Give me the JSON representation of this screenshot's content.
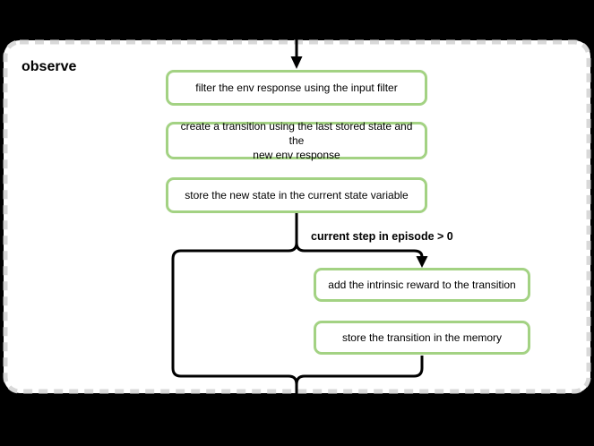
{
  "diagram": {
    "title": "observe",
    "nodes": [
      {
        "id": "filter-env-response",
        "label": "filter the env response using the input filter"
      },
      {
        "id": "create-transition",
        "label": "create a transition using the last stored state and the\nnew env response"
      },
      {
        "id": "store-new-state",
        "label": "store the new state in the current state variable"
      },
      {
        "id": "add-intrinsic-reward",
        "label": "add the intrinsic reward to the transition"
      },
      {
        "id": "store-transition",
        "label": "store the transition in the memory"
      }
    ],
    "branch_condition": "current step in episode > 0",
    "colors": {
      "background": "#000000",
      "container_fill": "#ffffff",
      "container_border": "#d9d9d9",
      "node_border": "#a3d283",
      "connector": "#000000",
      "text": "#000000"
    }
  }
}
